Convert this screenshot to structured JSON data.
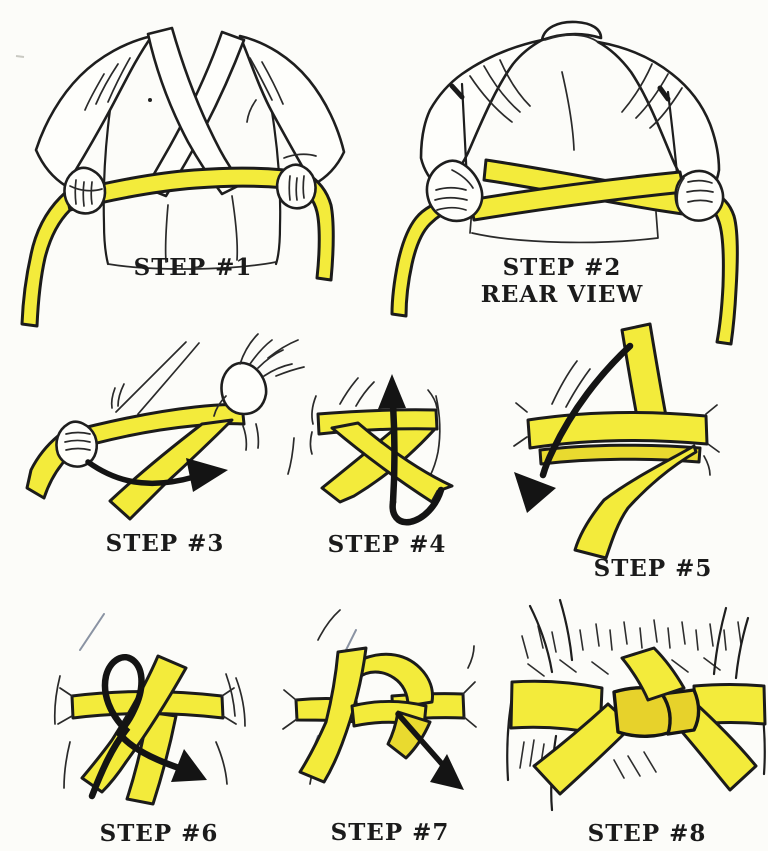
{
  "figure": {
    "kind": "belt-tying-instructions",
    "panel_count": 8
  },
  "colors": {
    "belt_yellow": "#F3EB3B",
    "belt_gold": "#E7D22B",
    "ink": "#1b1b1b",
    "background": "#FCFCF9"
  },
  "steps": [
    {
      "label": "STEP #1",
      "sublabel": ""
    },
    {
      "label": "STEP #2",
      "sublabel": "REAR VIEW"
    },
    {
      "label": "STEP #3",
      "sublabel": ""
    },
    {
      "label": "STEP #4",
      "sublabel": ""
    },
    {
      "label": "STEP #5",
      "sublabel": ""
    },
    {
      "label": "STEP #6",
      "sublabel": ""
    },
    {
      "label": "STEP #7",
      "sublabel": ""
    },
    {
      "label": "STEP #8",
      "sublabel": ""
    }
  ]
}
